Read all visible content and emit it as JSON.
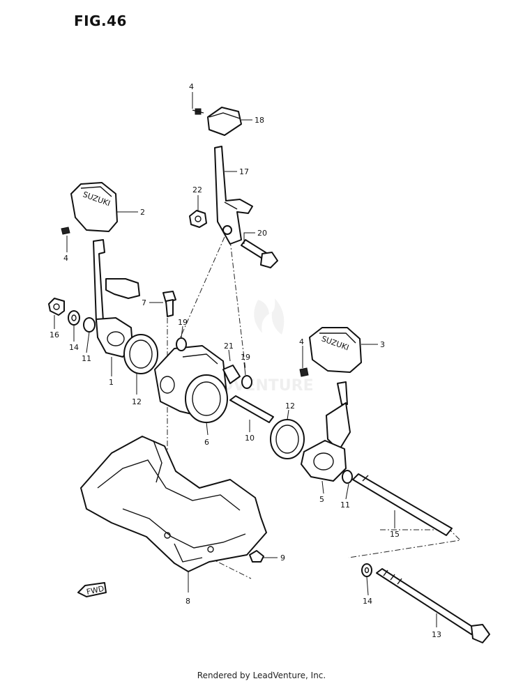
{
  "title": "FIG.46",
  "footer": "Rendered by LeadVenture, Inc.",
  "fwd_label": "FWD",
  "watermark": "LEADVENTURE",
  "cover_text": "SUZUKI",
  "callouts": [
    "4",
    "18",
    "17",
    "22",
    "2",
    "20",
    "4",
    "7",
    "16",
    "14",
    "11",
    "19",
    "21",
    "19",
    "4",
    "3",
    "1",
    "12",
    "6",
    "10",
    "12",
    "5",
    "11",
    "15",
    "9",
    "14",
    "8",
    "13"
  ]
}
